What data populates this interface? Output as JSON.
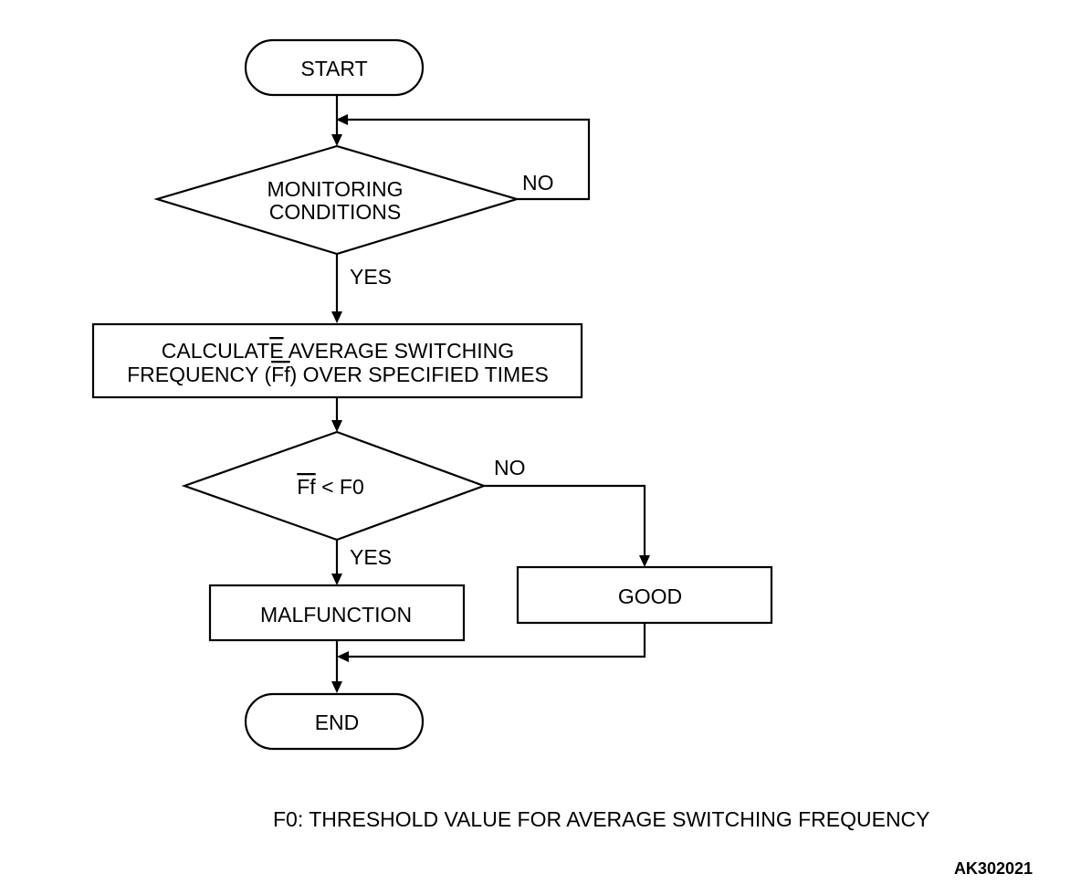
{
  "nodes": {
    "start": {
      "label": "START"
    },
    "monitoring": {
      "line1": "MONITORING",
      "line2": "CONDITIONS"
    },
    "calculate": {
      "line1_pre": "CALCULAT",
      "line1_over": "E",
      "line1_post": " AVERAGE SWITCHING",
      "line2_pre": "FREQUENCY (",
      "line2_over": "Ff",
      "line2_post": ") OVER SPECIFIED TIMES"
    },
    "compare": {
      "over": "Ff",
      "rest": " < F0"
    },
    "malfunction": {
      "label": "MALFUNCTION"
    },
    "good": {
      "label": "GOOD"
    },
    "end": {
      "label": "END"
    }
  },
  "edges": {
    "monitoring_no": "NO",
    "monitoring_yes": "YES",
    "compare_no": "NO",
    "compare_yes": "YES"
  },
  "footnote": "F0: THRESHOLD VALUE FOR AVERAGE SWITCHING FREQUENCY",
  "doc_code": "AK302021",
  "colors": {
    "stroke": "#000000",
    "background": "#ffffff"
  }
}
